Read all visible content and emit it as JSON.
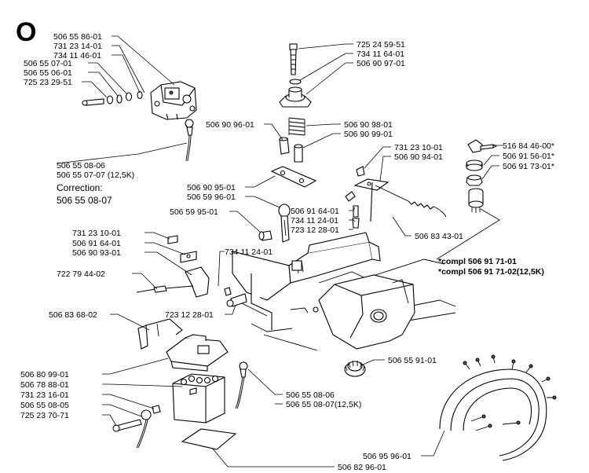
{
  "section_letter": "O",
  "labels": {
    "p1": "506 55 86-01",
    "p2": "731 23 14-01",
    "p3": "734 11 46-01",
    "p4": "506 55 07-01",
    "p5": "506 55 06-01",
    "p6": "725 23 29-51",
    "p7": "725 24 59-51",
    "p8": "734 11 64-01",
    "p9": "506 90 97-01",
    "p10": "506 90 96-01",
    "p11": "506 90 98-01",
    "p12": "506 90 99-01",
    "p13": "731 23 10-01",
    "p14": "506 90 94-01",
    "p15": "516 84 46-00*",
    "p16": "506 91 56-01*",
    "p17": "506 91 73-01*",
    "p18": "506 55 08-06",
    "p19": "506 55 07-07 (12,5K)",
    "p20": "Correction:",
    "p21": "506 55 08-07",
    "p22": "506 90 95-01",
    "p23": "506 59 96-01",
    "p24": "506 59 95-01",
    "p25": "506 91 64-01",
    "p26": "734 11 24-01",
    "p27": "723 12 28-01",
    "p28": "506 83 43-01",
    "p29": "*compl 506 91 71-01",
    "p30": "*compl 506 91 71-02(12,5K)",
    "p31": "731 23 10-01",
    "p32": "506 91 64-01",
    "p33": "506 90 93-01",
    "p34": "734 11 24-01",
    "p35": "722 79 44-02",
    "p36": "723 12 28-01",
    "p37": "506 83 68-02",
    "p38": "506 55 91-01",
    "p39": "506 80 99-01",
    "p40": "506 78 88-01",
    "p41": "731 23 16-01",
    "p42": "506 55 08-05",
    "p43": "725 23 70-71",
    "p44": "506 55 08-06",
    "p45": "506 55 08-07(12,5K)",
    "p46": "506 82 96-01",
    "p47": "506 95 96-01"
  }
}
